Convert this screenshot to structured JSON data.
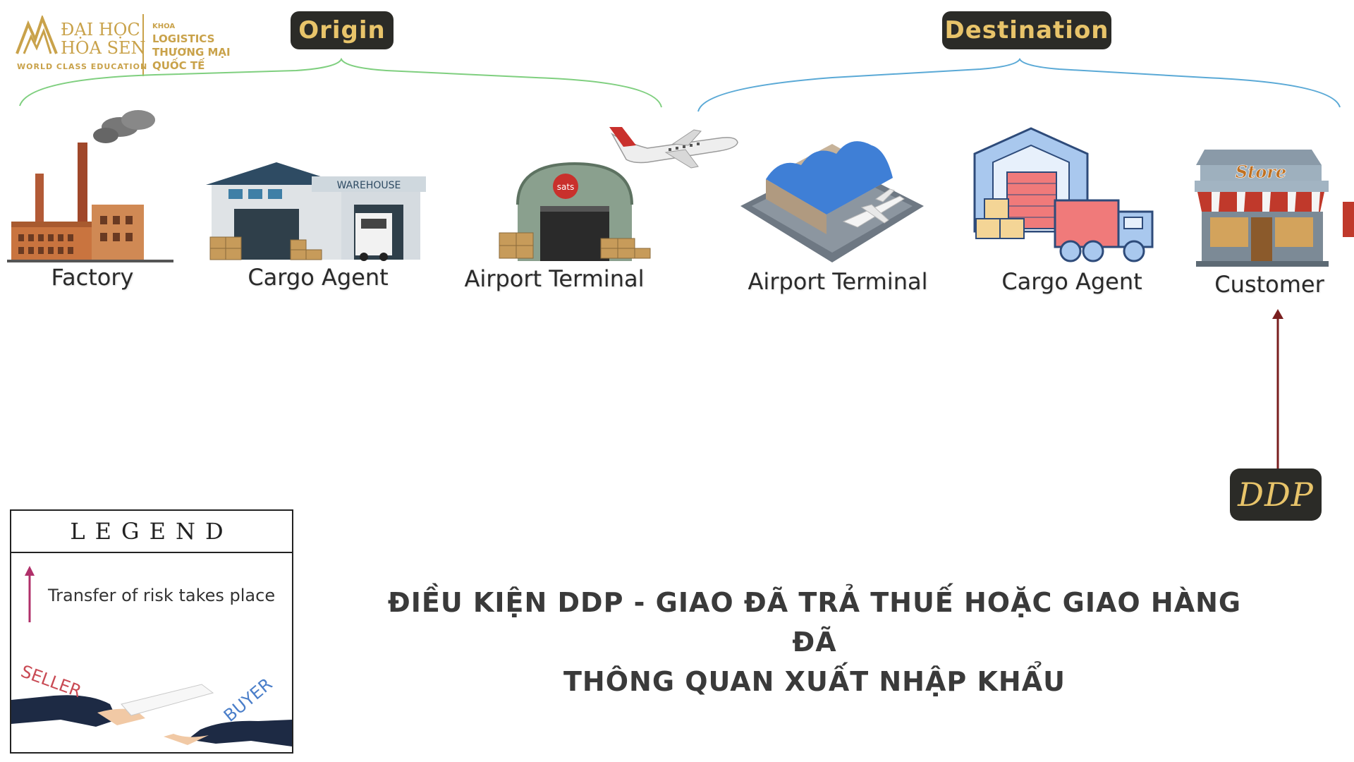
{
  "logo": {
    "main_line1": "ĐẠI HỌC",
    "main_line2": "HOA SEN",
    "tagline": "WORLD CLASS EDUCATION",
    "side_line1": "KHOA",
    "side_line2": "LOGISTICS",
    "side_line3": "THƯƠNG MẠI",
    "side_line4": "QUỐC TẾ"
  },
  "groups": {
    "origin": "Origin",
    "destination": "Destination"
  },
  "nodes": {
    "factory": "Factory",
    "origin_cargo_agent": "Cargo Agent",
    "warehouse_sign": "WAREHOUSE",
    "origin_airport_terminal": "Airport Terminal",
    "terminal_sign": "sats",
    "dest_airport_terminal": "Airport Terminal",
    "dest_cargo_agent": "Cargo Agent",
    "customer": "Customer",
    "store_sign": "Store"
  },
  "marker": {
    "label": "DDP"
  },
  "legend": {
    "title": "LEGEND",
    "arrow_text": "Transfer of risk takes place",
    "seller": "SELLER",
    "buyer": "BUYER"
  },
  "caption": {
    "line1": "ĐIỀU KIỆN DDP - GIAO ĐÃ TRẢ THUẾ HOẶC GIAO HÀNG ĐÃ",
    "line2": "THÔNG QUAN XUẤT NHẬP KHẨU"
  },
  "colors": {
    "pill_bg": "#2b2b27",
    "pill_text": "#e8c46a",
    "logo_gold": "#c9a24a",
    "origin_brace": "#7fcf7f",
    "destination_brace": "#5aa9d6",
    "risk_arrow": "#7a1f1f",
    "legend_arrow": "#b0306a"
  }
}
